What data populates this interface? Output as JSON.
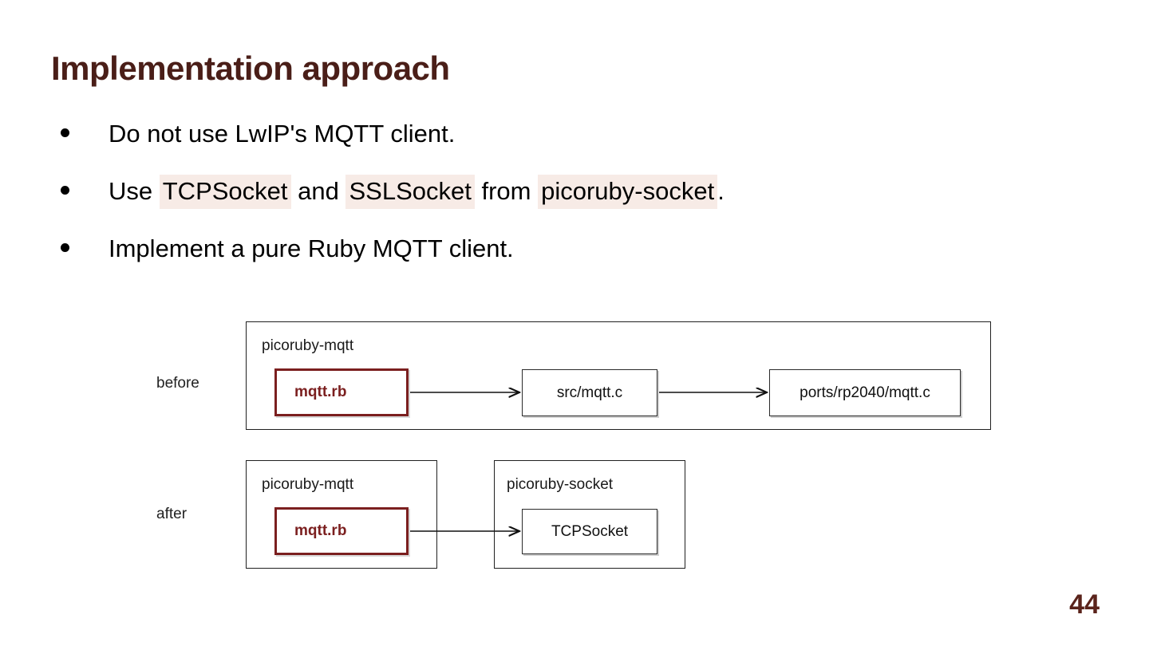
{
  "slide": {
    "title": "Implementation approach",
    "page_number": "44",
    "accent_color": "#4a1e18",
    "highlight_color": "#f7ebe6",
    "ruby_color": "#7b1f1f"
  },
  "bullets": [
    {
      "marker": "bullet-dot",
      "segments": [
        {
          "text": "Do not use LwIP's MQTT client.",
          "highlight": false
        }
      ]
    },
    {
      "marker": "bullet-dot",
      "segments": [
        {
          "text": "Use ",
          "highlight": false
        },
        {
          "text": "TCPSocket",
          "highlight": true
        },
        {
          "text": " and ",
          "highlight": false
        },
        {
          "text": "SSLSocket",
          "highlight": true
        },
        {
          "text": " from ",
          "highlight": false
        },
        {
          "text": "picoruby-socket",
          "highlight": true
        },
        {
          "text": ".",
          "highlight": false
        }
      ]
    },
    {
      "marker": "bullet-dot",
      "segments": [
        {
          "text": "Implement a pure Ruby MQTT client.",
          "highlight": false
        }
      ]
    }
  ],
  "diagram": {
    "rows": [
      {
        "label": "before",
        "groups": [
          {
            "title": "picoruby-mqtt",
            "nodes": [
              {
                "label": "mqtt.rb",
                "style": "ruby"
              },
              {
                "label": "src/mqtt.c",
                "style": "plain"
              },
              {
                "label": "ports/rp2040/mqtt.c",
                "style": "plain"
              }
            ]
          }
        ],
        "arrows": [
          {
            "from": "mqtt.rb",
            "to": "src/mqtt.c"
          },
          {
            "from": "src/mqtt.c",
            "to": "ports/rp2040/mqtt.c"
          }
        ]
      },
      {
        "label": "after",
        "groups": [
          {
            "title": "picoruby-mqtt",
            "nodes": [
              {
                "label": "mqtt.rb",
                "style": "ruby"
              }
            ]
          },
          {
            "title": "picoruby-socket",
            "nodes": [
              {
                "label": "TCPSocket",
                "style": "plain"
              }
            ]
          }
        ],
        "arrows": [
          {
            "from": "mqtt.rb",
            "to": "TCPSocket"
          }
        ]
      }
    ]
  }
}
